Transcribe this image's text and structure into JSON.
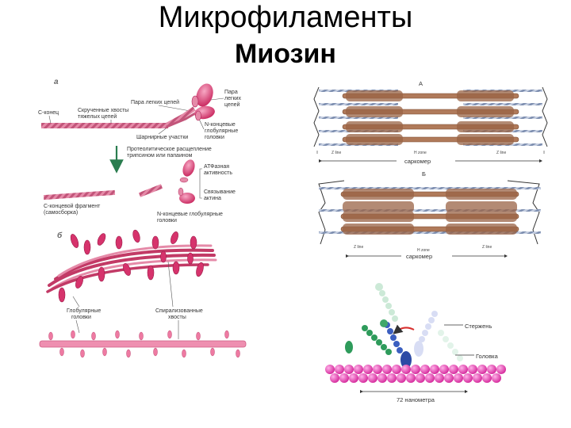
{
  "slide": {
    "title": "Микрофиламенты",
    "subtitle": "Миозин"
  },
  "panel_a": {
    "letter": "а",
    "c_end": "С-конец",
    "twisted_tails_1": "Скрученные хвосты",
    "twisted_tails_2": "тяжелых цепей",
    "light_chains_left": "Пара легких цепей",
    "light_chains_right_1": "Пара",
    "light_chains_right_2": "легких",
    "light_chains_right_3": "цепей",
    "n_heads_1": "N-концевые",
    "n_heads_2": "глобулярные",
    "n_heads_3": "головки",
    "hinge": "Шарнирные участки",
    "proteolysis_1": "Протеолитическое расщепление",
    "proteolysis_2": "трипсином или папаином",
    "atpase_1": "АТФазная",
    "atpase_2": "активность",
    "actin_binding_1": "Связывание",
    "actin_binding_2": "актина",
    "c_fragment_1": "С-концевой фрагмент",
    "c_fragment_2": "(самосборка)",
    "n_fragment_1": "N-концевые глобулярные",
    "n_fragment_2": "головки"
  },
  "panel_b": {
    "letter": "б",
    "globular_1": "Глобулярные",
    "globular_2": "головки",
    "spiral_1": "Спирализованные",
    "spiral_2": "хвосты"
  },
  "sarcomere_a": {
    "letter": "А",
    "zline_left": "Z line",
    "hzone": "H zone",
    "zline_right": "Z line",
    "caption": "саркомер"
  },
  "sarcomere_b": {
    "letter": "Б",
    "zline_left": "Z line",
    "hzone": "H zone",
    "zline_right": "Z line",
    "caption": "саркомер"
  },
  "motor": {
    "rod": "Стержень",
    "head": "Головка",
    "distance": "72 нанометра"
  },
  "colors": {
    "myosin_pink": "#d6336c",
    "fiber_pink": "#e07a9a",
    "thick_brown": "#b07a5a",
    "actin_blue": "#6f86a8",
    "actin_magenta": "#e040a8",
    "head_green": "#2e9b5b",
    "head_blue": "#3b5fc0",
    "arrow_green": "#2a7d4f"
  }
}
